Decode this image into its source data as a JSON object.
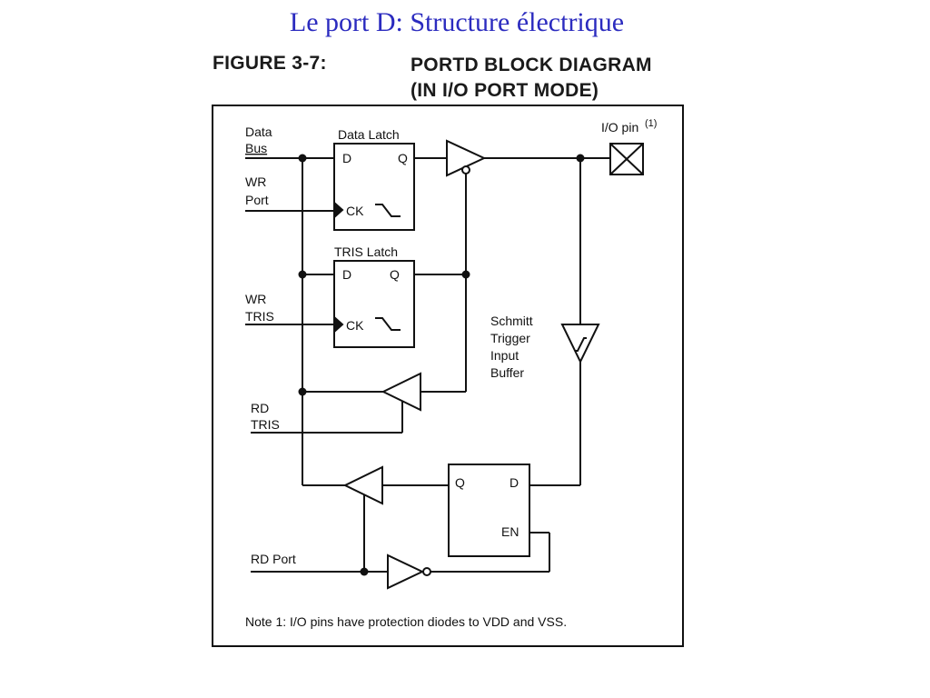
{
  "slide": {
    "title": "Le port D: Structure électrique"
  },
  "figure": {
    "number": "FIGURE 3-7:",
    "title_line1": "PORTD BLOCK DIAGRAM",
    "title_line2": "(IN I/O PORT MODE)"
  },
  "diagram": {
    "inputs": {
      "data_bus_1": "Data",
      "data_bus_2": "Bus",
      "wr_port_1": "WR",
      "wr_port_2": "Port",
      "wr_tris_1": "WR",
      "wr_tris_2": "TRIS",
      "rd_tris_1": "RD",
      "rd_tris_2": "TRIS",
      "rd_port": "RD Port"
    },
    "data_latch": {
      "title": "Data Latch",
      "d": "D",
      "q": "Q",
      "ck": "CK"
    },
    "tris_latch": {
      "title": "TRIS Latch",
      "d": "D",
      "q": "Q",
      "ck": "CK"
    },
    "input_latch": {
      "q": "Q",
      "d": "D",
      "en": "EN"
    },
    "io_pin": {
      "label": "I/O pin",
      "superscript": "(1)"
    },
    "schmitt": {
      "line1": "Schmitt",
      "line2": "Trigger",
      "line3": "Input",
      "line4": "Buffer"
    },
    "note": "Note 1: I/O pins have protection diodes to VDD and VSS."
  }
}
